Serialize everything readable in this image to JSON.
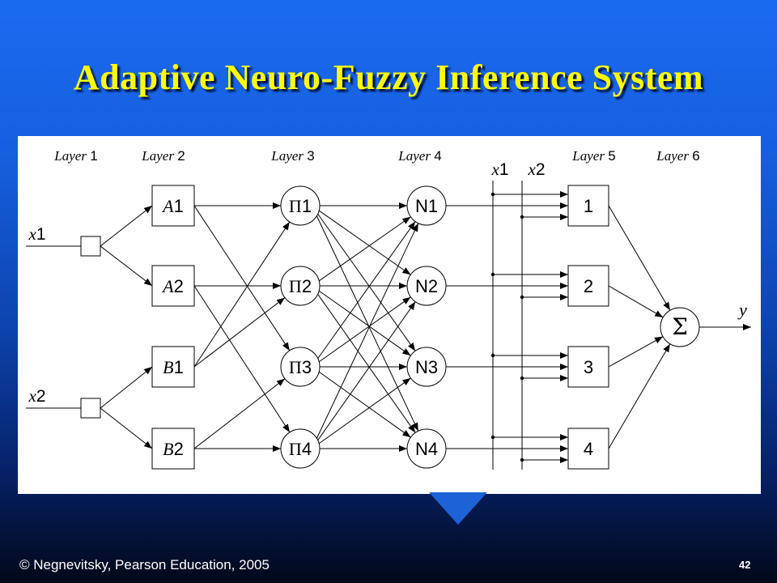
{
  "slide": {
    "title": "Adaptive Neuro-Fuzzy Inference System",
    "footer": "© Negnevitsky, Pearson Education, 2005",
    "page_number": "42"
  },
  "diagram": {
    "layers": [
      {
        "word": "Layer",
        "num": "1"
      },
      {
        "word": "Layer",
        "num": "2"
      },
      {
        "word": "Layer",
        "num": "3"
      },
      {
        "word": "Layer",
        "num": "4"
      },
      {
        "word": "Layer",
        "num": "5"
      },
      {
        "word": "Layer",
        "num": "6"
      }
    ],
    "inputs": [
      {
        "var": "x",
        "idx": "1"
      },
      {
        "var": "x",
        "idx": "2"
      }
    ],
    "bus_labels": [
      {
        "var": "x",
        "idx": "1"
      },
      {
        "var": "x",
        "idx": "2"
      }
    ],
    "membership": [
      {
        "var": "A",
        "idx": "1"
      },
      {
        "var": "A",
        "idx": "2"
      },
      {
        "var": "B",
        "idx": "1"
      },
      {
        "var": "B",
        "idx": "2"
      }
    ],
    "rules": [
      {
        "sym": "Π",
        "idx": "1"
      },
      {
        "sym": "Π",
        "idx": "2"
      },
      {
        "sym": "Π",
        "idx": "3"
      },
      {
        "sym": "Π",
        "idx": "4"
      }
    ],
    "norm": [
      "N1",
      "N2",
      "N3",
      "N4"
    ],
    "defuzz": [
      "1",
      "2",
      "3",
      "4"
    ],
    "sum_symbol": "Σ",
    "output": "y"
  }
}
